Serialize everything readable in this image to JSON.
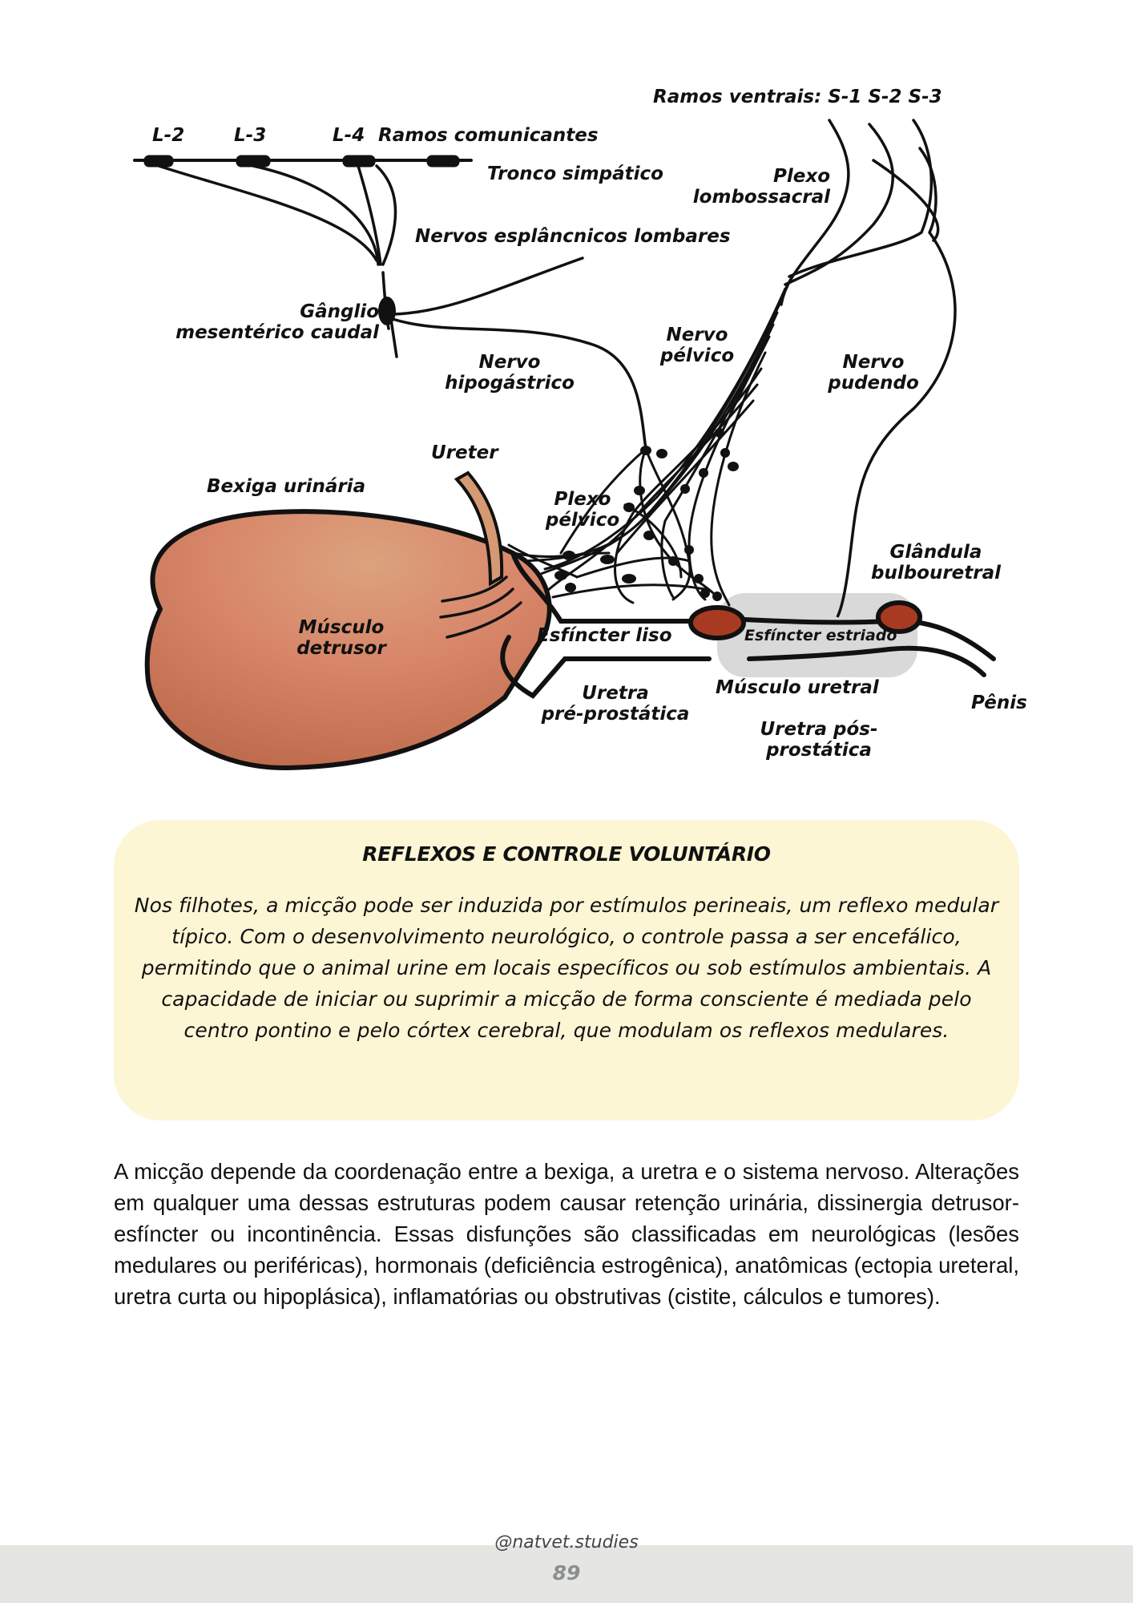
{
  "figure": {
    "labels": {
      "ramos_ventrais": "Ramos ventrais: S-1 S-2 S-3",
      "l2": "L-2",
      "l3": "L-3",
      "l4": "L-4",
      "ramos_comunicantes": "Ramos comunicantes",
      "tronco_simpatico": "Tronco simpático",
      "plexo_lombossacral": [
        "Plexo",
        "lombossacral"
      ],
      "nervos_esplancnicos": "Nervos esplâncnicos lombares",
      "ganglio": [
        "Gânglio",
        "mesentérico caudal"
      ],
      "nervo_hipogastrico": [
        "Nervo",
        "hipogástrico"
      ],
      "nervo_pelvico": [
        "Nervo",
        "pélvico"
      ],
      "nervo_pudendo": [
        "Nervo",
        "pudendo"
      ],
      "ureter": "Ureter",
      "bexiga": "Bexiga urinária",
      "plexo_pelvico": [
        "Plexo",
        "pélvico"
      ],
      "glandula": [
        "Glândula",
        "bulbouretral"
      ],
      "musculo_detrusor": [
        "Músculo",
        "detrusor"
      ],
      "esfincter_liso": "Esfíncter liso",
      "esfincter_estriado": "Esfíncter estriado",
      "uretra_pre": [
        "Uretra",
        "pré-prostática"
      ],
      "musculo_uretral": "Músculo uretral",
      "penis": "Pênis",
      "uretra_pos": [
        "Uretra pós-",
        "prostática"
      ]
    },
    "colors": {
      "bladder": "#c7704f",
      "bladder_highlight": "#dba27e",
      "ureter": "#d59a72",
      "sphincter": "#a83a22",
      "shading": "#d9d9d9"
    }
  },
  "callout": {
    "title": "REFLEXOS E CONTROLE VOLUNTÁRIO",
    "text": "Nos filhotes, a micção pode ser induzida por estímulos perineais, um reflexo medular típico. Com o desenvolvimento neurológico, o controle passa a ser encefálico, permitindo que o animal urine em locais específicos ou sob estímulos ambientais. A capacidade de iniciar ou suprimir a micção de forma consciente é mediada pelo centro pontino e pelo córtex cerebral, que modulam os reflexos medulares.",
    "color": "#fcf6d5"
  },
  "body": {
    "paragraph": "A micção depende da coordenação entre a bexiga, a uretra e o sistema nervoso. Alterações em qualquer uma dessas estruturas podem causar retenção urinária, dissinergia detrusor-esfíncter ou incontinência. Essas disfunções são classificadas em neurológicas (lesões medulares ou periféricas), hormonais (deficiência estrogênica), anatômicas (ectopia ureteral, uretra curta ou hipoplásica), inflamatórias ou obstrutivas (cistite, cálculos e tumores)."
  },
  "footer": {
    "handle": "@natvet.studies",
    "page_number": "89"
  }
}
